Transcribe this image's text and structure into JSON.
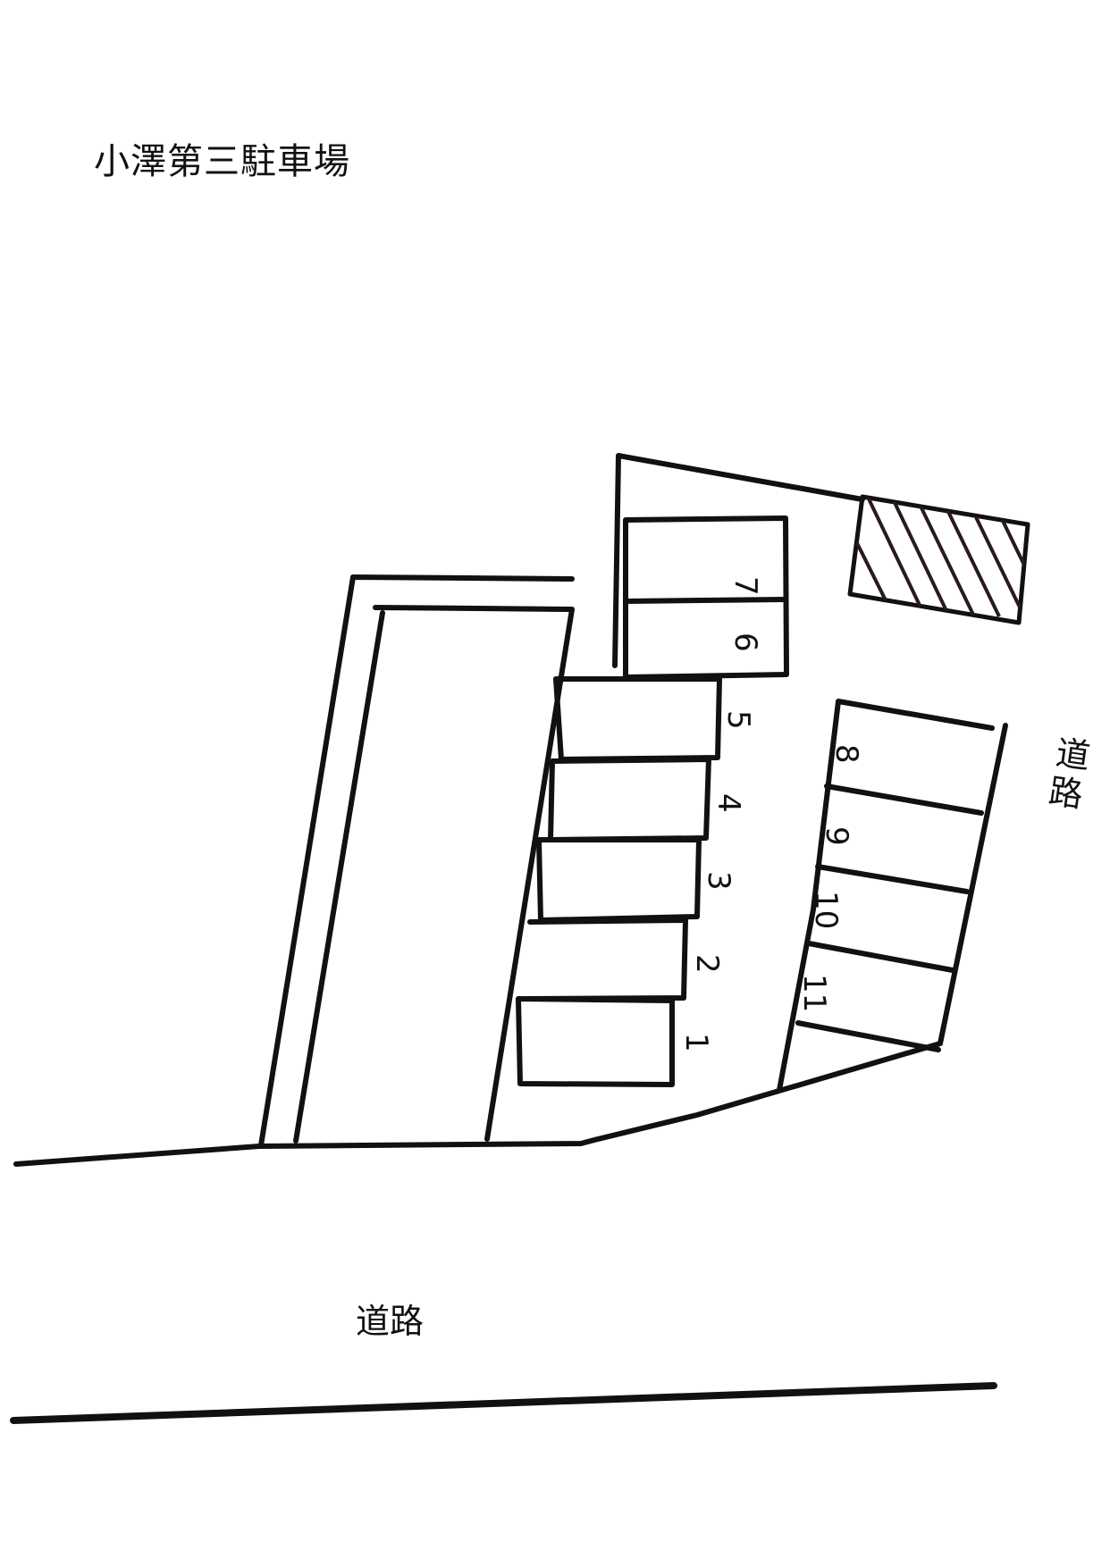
{
  "title": "小澤第三駐車場",
  "roads": {
    "bottom_label": "道路",
    "right_label_top": "道",
    "right_label_bottom": "路"
  },
  "spaces": [
    {
      "number": "1"
    },
    {
      "number": "2"
    },
    {
      "number": "3"
    },
    {
      "number": "4"
    },
    {
      "number": "5"
    },
    {
      "number": "6"
    },
    {
      "number": "7"
    },
    {
      "number": "8"
    },
    {
      "number": "9"
    },
    {
      "number": "10"
    },
    {
      "number": "11"
    }
  ],
  "colors": {
    "line": "#111111",
    "hatch": "#2a1a1a",
    "background": "#ffffff"
  }
}
